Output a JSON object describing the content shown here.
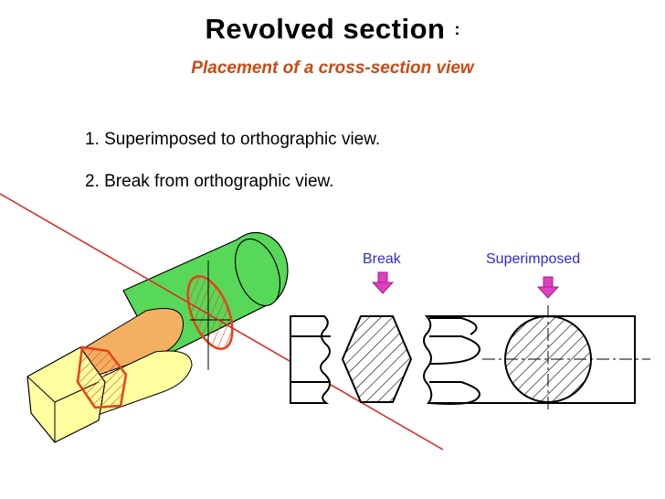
{
  "title": "Revolved section",
  "title_suffix": ":",
  "subtitle": "Placement of a cross-section view",
  "items": [
    "1. Superimposed to orthographic view.",
    "2. Break from orthographic view."
  ],
  "labels": {
    "break": "Break",
    "superimposed": "Superimposed"
  },
  "colors": {
    "subtitle": "#cc4a12",
    "label": "#2a2ad6",
    "section_line": "#e02020",
    "hatch_outline": "#e8401a",
    "rod_green": "#58d858",
    "rod_orange": "#f2b060",
    "rod_yellow": "#ffffa0",
    "arrow": "#e040c0"
  }
}
